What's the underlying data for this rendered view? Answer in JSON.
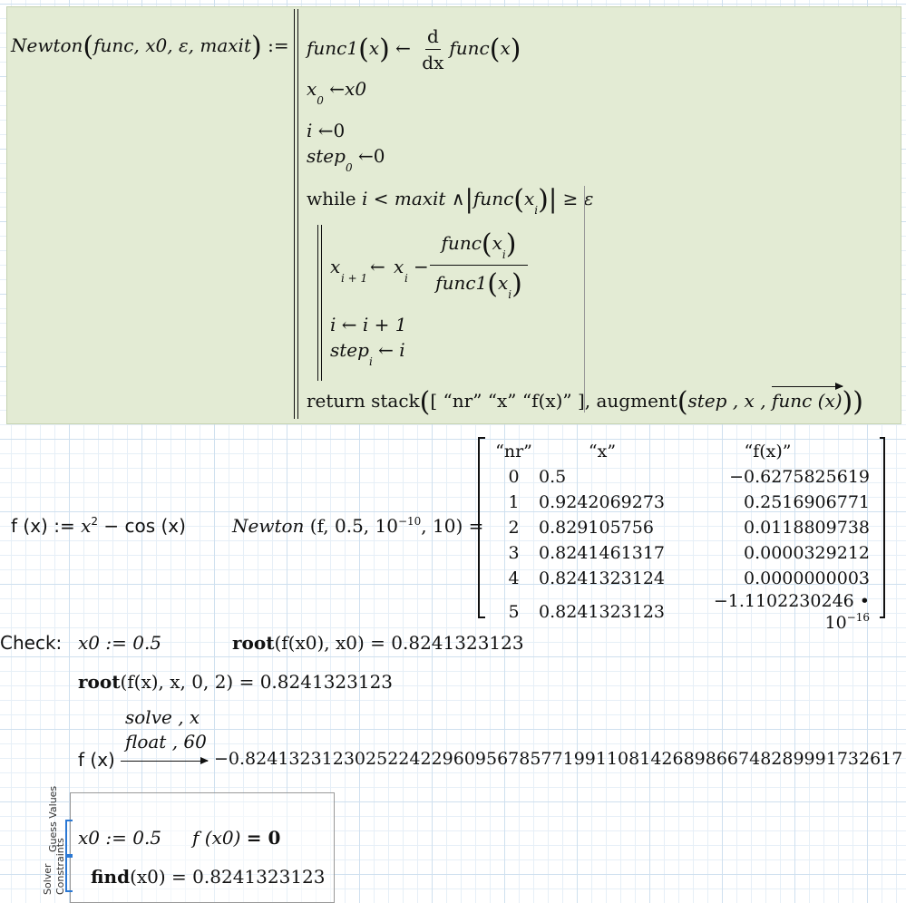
{
  "program": {
    "func_name": "Newton",
    "params": "func, x0, ε, maxit",
    "define_op": ":=",
    "line1_lhs": "func1",
    "line1_arg": "x",
    "arrow": "←",
    "deriv_num": "d",
    "deriv_den": "dx",
    "line1_rhs": "func",
    "line2_var": "x",
    "line2_sub": "0",
    "line2_val": "x0",
    "line3_var": "i",
    "line3_val": "0",
    "line4_var": "step",
    "line4_sub": "0",
    "line4_val": "0",
    "while_kw": "while",
    "while_cond1": "i < maxit ∧",
    "while_func": "func",
    "while_x": "x",
    "while_sub": "i",
    "while_cmp": "≥ ε",
    "loop1_var": "x",
    "loop1_sub": "i + 1",
    "loop1_x": "x",
    "loop1_xsub": "i",
    "loop1_minus": "−",
    "loop1_num_func": "func",
    "loop1_den_func": "func1",
    "loop1_fx": "x",
    "loop1_fsub": "i",
    "loop2": "i ← i + 1",
    "loop3_var": "step",
    "loop3_sub": "i",
    "loop3_val": "← i",
    "return_kw": "return",
    "return_stack": "stack",
    "return_headers": "[ “nr”  “x”  “f(x)” ]",
    "return_augment": "augment",
    "return_args": "step , x ,",
    "return_vec": "func (x)"
  },
  "fdef": {
    "lhs": "f (x)",
    "op": ":=",
    "rhs_a": "x",
    "rhs_exp": "2",
    "rhs_b": "− cos (x)"
  },
  "call": {
    "name": "Newton",
    "args_a": "(f, 0.5, 10",
    "args_exp": "−10",
    "args_b": ", 10)",
    "eq": "="
  },
  "matrix": {
    "headers": [
      "“nr”",
      "“x”",
      "“f(x)”"
    ],
    "rows": [
      [
        "0",
        "0.5",
        "−0.6275825619"
      ],
      [
        "1",
        "0.9242069273",
        "0.2516906771"
      ],
      [
        "2",
        "0.829105756",
        "0.0118809738"
      ],
      [
        "3",
        "0.8241461317",
        "0.0000329212"
      ],
      [
        "4",
        "0.8241323124",
        "0.0000000003"
      ],
      [
        "5",
        "0.8241323123",
        "−1.1102230246 • 10"
      ]
    ],
    "last_exp": "−16"
  },
  "check": {
    "label": "Check:",
    "x0_def": "x0 := 0.5",
    "root1_fn": "root",
    "root1_args": "(f(x0), x0) = 0.8241323123",
    "root2_fn": "root",
    "root2_args": "(f(x), x, 0, 2) = 0.8241323123",
    "sym_lhs": "f (x)",
    "sym_kw1": "solve , x",
    "sym_kw2": "float , 60",
    "sym_result": "−0.8241323123025224229609567857719911081426898667482899917326​17"
  },
  "solve_block": {
    "side_label1": "Guess Values",
    "side_label2": "Constraints",
    "side_label3": "Solver",
    "x0_def": "x0 := 0.5",
    "constraint": "f (x0)",
    "constraint_eq": "= 0",
    "find_fn": "find",
    "find_args": "(x0) = 0.8241323123"
  }
}
